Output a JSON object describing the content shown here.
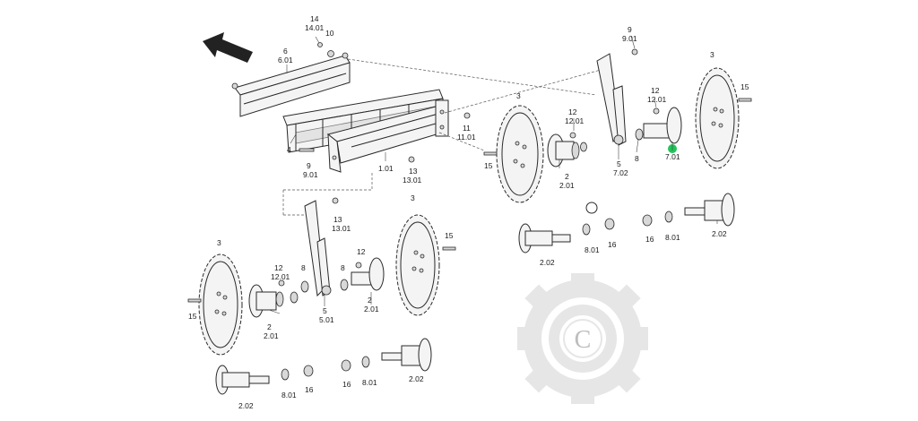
{
  "callouts": {
    "c14": "14",
    "c14_01": "14.01",
    "c10": "10",
    "c6": "6",
    "c6_01": "6.01",
    "c4": "4",
    "c9a": "9",
    "c9_01a": "9.01",
    "c1_01": "1.01",
    "c13a": "13",
    "c13_01a": "13.01",
    "c11": "11",
    "c11_01": "11.01",
    "c9b": "9",
    "c9_01b": "9.01",
    "c3_top_mid": "3",
    "c3_top_right": "3",
    "c15_top_right": "15",
    "c12_tm": "12",
    "c12_01_tm": "12.01",
    "c12_tr": "12",
    "c12_01_tr": "12.01",
    "c15_tm": "15",
    "c2_tm": "2",
    "c2_01_tm": "2.01",
    "c5_tm": "5",
    "c7_02": "7.02",
    "c8_tm": "8",
    "c7_01": "7.01",
    "c2_02_tm": "2.02",
    "c8_01_tm": "8.01",
    "c16_tm": "16",
    "c16_tr": "16",
    "c8_01_tr": "8.01",
    "c2_02_tr": "2.02",
    "c13b": "13",
    "c13_01b": "13.01",
    "c3_left": "3",
    "c3_center": "3",
    "c15_center": "15",
    "c12_bl": "12",
    "c12_01_bl": "12.01",
    "c15_left": "15",
    "c12_bm": "12",
    "c8_bl": "8",
    "c8_bm": "8",
    "c2_bl": "2",
    "c2_01_bl": "2.01",
    "c5_bm": "5",
    "c5_01": "5.01",
    "c2_bm": "2",
    "c2_01_bm": "2.01",
    "c2_02_bl": "2.02",
    "c8_01_bl": "8.01",
    "c16_bl": "16",
    "c16_bm": "16",
    "c8_01_bm": "8.01",
    "c2_02_bm": "2.02"
  },
  "watermark": {
    "letter": "C"
  },
  "colors": {
    "highlight": "#21c45a",
    "watermark": "#e6e6e6",
    "arrow": "#222222"
  }
}
